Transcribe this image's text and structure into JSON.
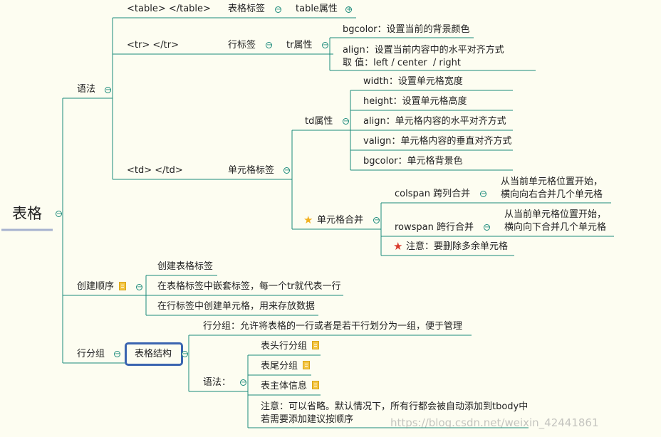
{
  "colors": {
    "line": "#1a8a7a",
    "root_underline": "#a6b2cf",
    "box_border": "#3a64b0",
    "background": "#fdfdf1"
  },
  "mindmap": {
    "root": "表格",
    "syntax": {
      "label": "语法",
      "table_tag": {
        "tag": "<table>  </table>",
        "name": "表格标签",
        "attr": "table属性"
      },
      "tr_tag": {
        "tag": "<tr>    </tr>",
        "name": "行标签",
        "attr": "tr属性",
        "bgcolor": "bgcolor：设置当前的背景颜色",
        "align": "align：设置当前内容中的水平对齐方式\n取 值：left / center  / right"
      },
      "td_tag": {
        "tag": "<td>   </td>",
        "name": "单元格标签",
        "attr": "td属性",
        "attrs": [
          "width：设置单元格宽度",
          "height：设置单元格高度",
          "align：单元格内容的水平对齐方式",
          "valign：单元格内容的垂直对齐方式",
          "bgcolor：单元格背景色"
        ],
        "merge": "单元格合并",
        "colspan": "colspan  跨列合并",
        "colspan_desc": "从当前单元格位置开始，\n横向向右合并几个单元格",
        "rowspan": "rowspan  跨行合并",
        "rowspan_desc": "从当前单元格位置开始，\n横向向下合并几个单元格",
        "note": "注意：要删除多余单元格"
      }
    },
    "create_order": {
      "label": "创建顺序",
      "steps": [
        "创建表格标签",
        "在表格标签中嵌套标签，每一个tr就代表一行",
        "在行标签中创建单元格，用来存放数据"
      ]
    },
    "row_group": {
      "label": "行分组",
      "structure": "表格结构",
      "desc": "行分组：允许将表格的一行或者是若干行划分为一组，便于管理",
      "syntax_label": "语法：",
      "items": [
        "表头行分组",
        "表尾分组",
        "表主体信息"
      ],
      "note": "注意：可以省略。默认情况下，所有行都会被自动添加到tbody中\n若需要添加建议按顺序"
    }
  },
  "watermark": "https://blog.csdn.net/weixin_42441861"
}
